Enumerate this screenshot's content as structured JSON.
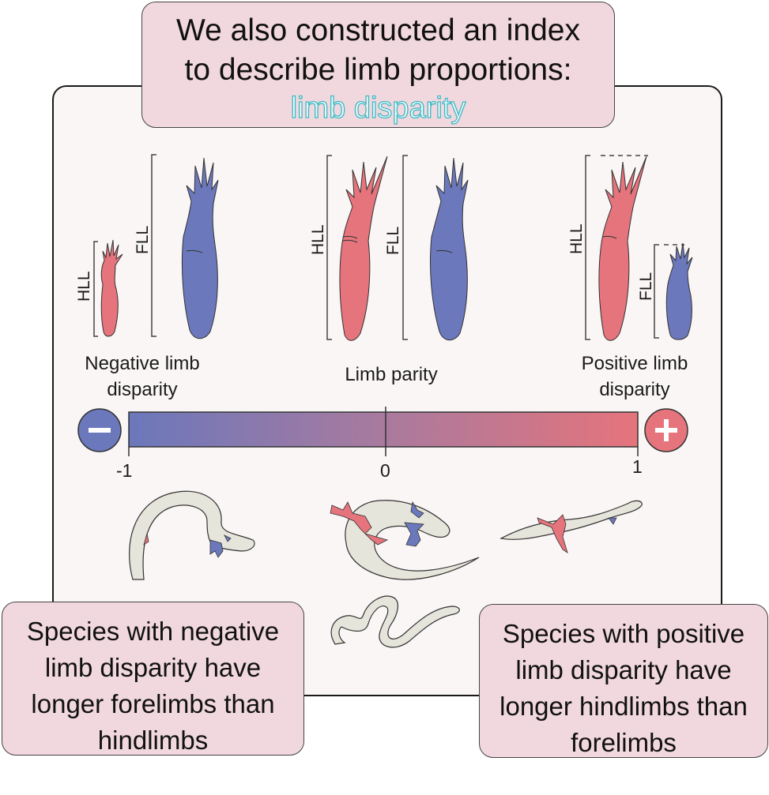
{
  "title": {
    "line1": "We also constructed an index",
    "line2": "to describe limb proportions:",
    "highlight": "limb disparity"
  },
  "limb_groups": [
    {
      "label_line1": "Negative limb",
      "label_line2": "disparity",
      "hindlimb_label": "HLL",
      "forelimb_label": "FLL"
    },
    {
      "label": "Limb parity",
      "hindlimb_label": "HLL",
      "forelimb_label": "FLL"
    },
    {
      "label_line1": "Positive limb",
      "label_line2": "disparity",
      "hindlimb_label": "HLL",
      "forelimb_label": "FLL"
    }
  ],
  "scale": {
    "min_label": "-1",
    "mid_label": "0",
    "max_label": "1",
    "negative_symbol": "−",
    "positive_symbol": "+",
    "negative_color": "#6b78bb",
    "positive_color": "#e5747c"
  },
  "colors": {
    "hindlimb": "#e5747c",
    "forelimb": "#6b78bb",
    "body": "#e6e5dc",
    "accent": "#3bb8c4"
  },
  "notes": {
    "left": "Species with negative limb disparity have longer forelimbs than hindlimbs",
    "right": "Species with positive limb disparity have longer hindlimbs than forelimbs"
  }
}
